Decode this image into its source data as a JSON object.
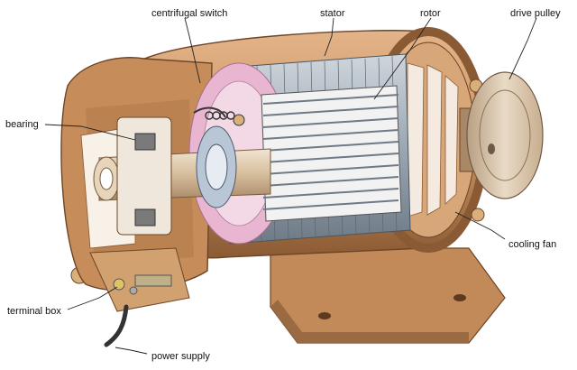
{
  "labels": {
    "centrifugal_switch": "centrifugal switch",
    "stator": "stator",
    "rotor": "rotor",
    "drive_pulley": "drive pulley",
    "bearing": "bearing",
    "cooling_fan": "cooling fan",
    "terminal_box": "terminal box",
    "power_supply": "power supply"
  },
  "colors": {
    "housing": "#c98f5c",
    "housing_dark": "#8a5a34",
    "housing_light": "#e0b184",
    "stator": "#8d9aa6",
    "stator_light": "#c9d1d8",
    "rotor_pink": "#e8b6d1",
    "shaft": "#d9c2a7",
    "leader": "#222222"
  }
}
